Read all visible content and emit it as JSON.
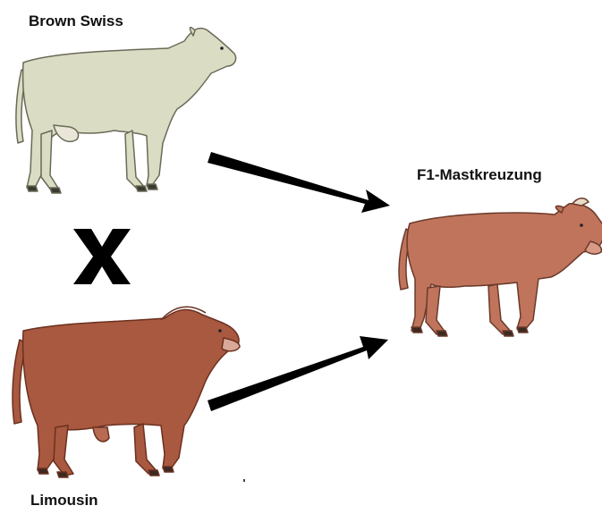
{
  "diagram": {
    "parent_female": {
      "label": "Brown Swiss",
      "icon": "brown-swiss-cow-icon",
      "color": "#dbdcc4"
    },
    "parent_male": {
      "label": "Limousin",
      "icon": "limousin-bull-icon",
      "color": "#a9593f"
    },
    "offspring": {
      "label": "F1-Mastkreuzung",
      "icon": "f1-crossbreed-cattle-icon",
      "color": "#c0745c"
    },
    "cross_symbol": {
      "icon": "cross-x-icon",
      "color": "#000000"
    },
    "arrow_color": "#000000"
  }
}
